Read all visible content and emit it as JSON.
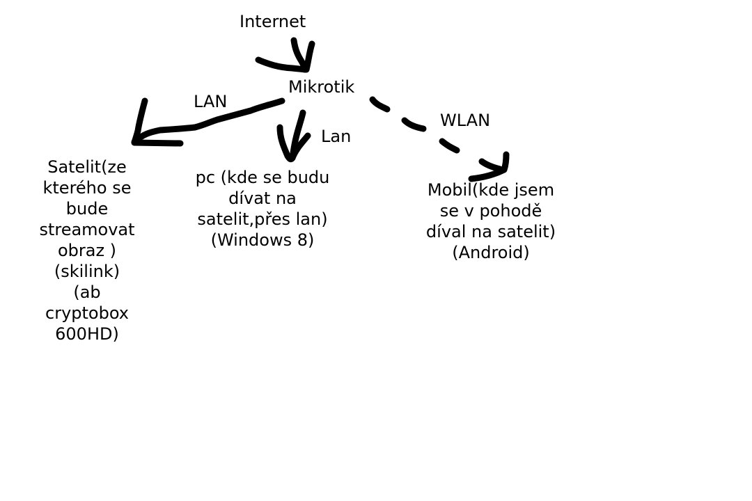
{
  "nodes": {
    "internet": "Internet",
    "router": "Mikrotik",
    "satellite": [
      "Satelit(ze",
      "kterého se",
      "bude",
      "streamovat",
      "obraz )",
      "(skilink)",
      "(ab",
      "cryptobox",
      "600HD)"
    ],
    "pc": [
      "pc (kde se budu",
      "dívat na",
      "satelit,přes lan)",
      "(Windows 8)"
    ],
    "mobile": [
      "Mobil(kde jsem",
      "se v pohodě",
      "díval na satelit)",
      "(Android)"
    ]
  },
  "edges": {
    "lan_satellite": "LAN",
    "lan_pc": "Lan",
    "wlan_mobile": "WLAN"
  },
  "colors": {
    "ink": "#000000",
    "background": "#ffffff"
  }
}
